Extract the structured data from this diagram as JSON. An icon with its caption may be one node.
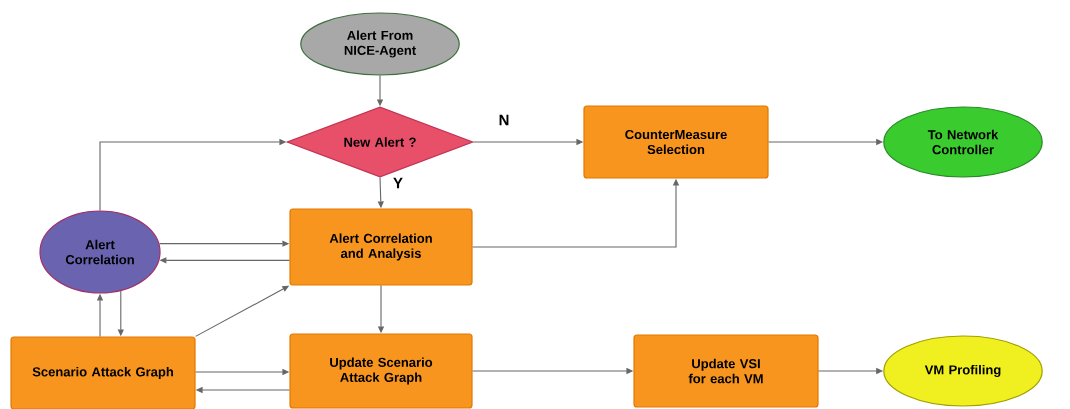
{
  "diagram": {
    "nodes": [
      {
        "text": [
          "Alert From NICE-Agent"
        ]
      },
      {
        "text": [
          "New Alert ?"
        ]
      },
      {
        "text": [
          "CounterMeasure Selection"
        ]
      },
      {
        "text": [
          "To Network Controller"
        ]
      },
      {
        "text": [
          "Alert Correlation"
        ]
      },
      {
        "text": [
          "Alert Correlation and Analysis"
        ]
      },
      {
        "text": [
          "Scenario Attack Graph"
        ]
      },
      {
        "text": [
          "Update Scenario Attack Graph"
        ]
      },
      {
        "text": [
          "Update VSI for each VM"
        ]
      },
      {
        "text": [
          "VM Profiling"
        ]
      }
    ],
    "edges": [
      {
        "from": 0,
        "to": 1,
        "arrow": "to"
      },
      {
        "from": 1,
        "to": 2,
        "arrow": "to",
        "label": "N"
      },
      {
        "from": 1,
        "to": 5,
        "arrow": "to",
        "label": "Y"
      },
      {
        "from": 4,
        "to": 1,
        "arrow": "to"
      },
      {
        "from": 4,
        "to": 5,
        "arrow": "to"
      },
      {
        "from": 5,
        "to": 4,
        "arrow": "to"
      },
      {
        "from": 5,
        "to": 2,
        "arrow": "to"
      },
      {
        "from": 2,
        "to": 3,
        "arrow": "to"
      },
      {
        "from": 6,
        "to": 4,
        "arrow": "to"
      },
      {
        "from": 4,
        "to": 6,
        "arrow": "to"
      },
      {
        "from": 6,
        "to": 5,
        "arrow": "to"
      },
      {
        "from": 6,
        "to": 7,
        "arrow": "to"
      },
      {
        "from": 7,
        "to": 6,
        "arrow": "to"
      },
      {
        "from": 5,
        "to": 7,
        "arrow": "to"
      },
      {
        "from": 7,
        "to": 8,
        "arrow": "to"
      },
      {
        "from": 8,
        "to": 9,
        "arrow": "to"
      }
    ]
  }
}
